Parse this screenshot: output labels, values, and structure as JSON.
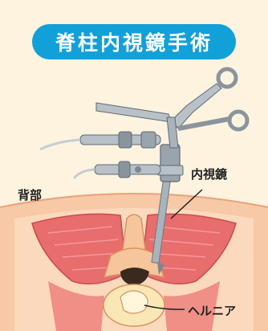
{
  "title": "脊柱内視鏡手術",
  "labels": {
    "back": "背部",
    "endoscope": "内視鏡",
    "hernia": "ヘルニア"
  },
  "colors": {
    "background": "#fdf3df",
    "title_pill": "#12a0d8",
    "skin": "#f7c9a6",
    "muscle": "#e86d6d",
    "disc": "#fbe7b6",
    "instrument": "#9aa4ad"
  }
}
